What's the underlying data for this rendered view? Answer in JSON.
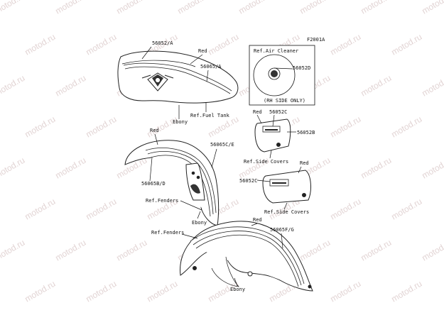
{
  "figure_code": "F2001A",
  "watermark": "motod.ru",
  "air_cleaner": {
    "title": "Ref.Air Cleaner",
    "part": "56052D",
    "note": "(RH SIDE ONLY)"
  },
  "tank": {
    "part_a": "56052/A",
    "color_top": "Red",
    "part_b": "56065/A",
    "color_bottom": "Ebony",
    "ref": "Ref.Fuel Tank"
  },
  "side_covers_upper": {
    "color": "Red",
    "part_c": "56052C",
    "part_b": "56052B",
    "ref": "Ref.Side Covers"
  },
  "side_covers_lower": {
    "color": "Red",
    "part_c": "56052C",
    "ref": "Ref.Side Covers"
  },
  "front_fender": {
    "color": "Red",
    "part_ce": "56065C/E",
    "part_bd": "56065B/D",
    "ref": "Ref.Fenders",
    "color_bottom": "Ebony"
  },
  "rear_fender": {
    "color": "Red",
    "part_fg": "56065F/G",
    "ref": "Ref.Fenders",
    "color_bottom": "Ebony"
  }
}
